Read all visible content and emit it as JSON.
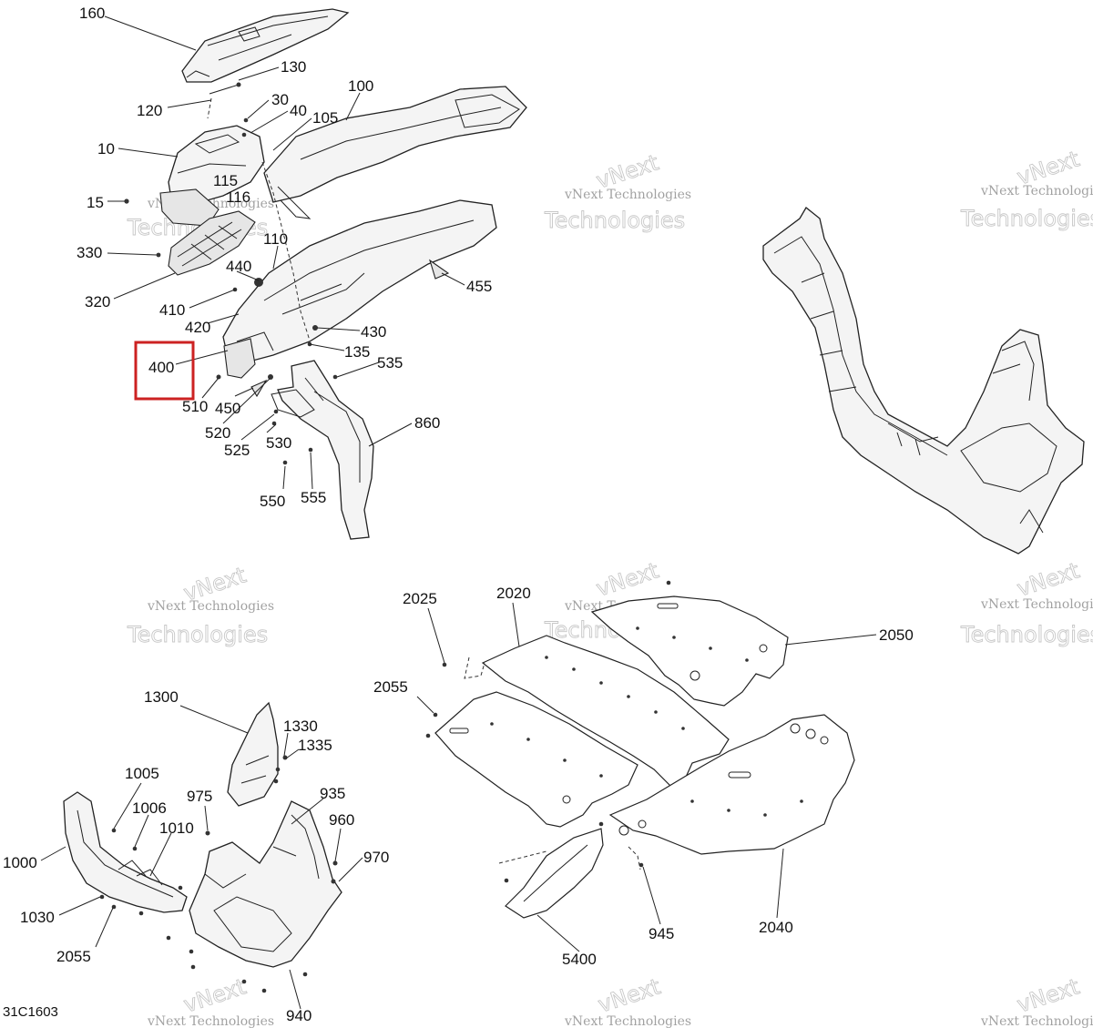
{
  "diagram_code": "31C1603",
  "highlight": {
    "label": "400",
    "color": "#cc2222"
  },
  "watermark": {
    "line1": "vNext Technologies",
    "line2": "vNext",
    "line3": "Technologies"
  },
  "labels": {
    "l160": "160",
    "l130": "130",
    "l120": "120",
    "l30": "30",
    "l40": "40",
    "l100": "100",
    "l105": "105",
    "l10": "10",
    "l115": "115",
    "l116": "116",
    "l15": "15",
    "l330": "330",
    "l320": "320",
    "l110": "110",
    "l440": "440",
    "l410": "410",
    "l420": "420",
    "l455": "455",
    "l430": "430",
    "l135": "135",
    "l535": "535",
    "l510": "510",
    "l450": "450",
    "l520": "520",
    "l525": "525",
    "l530": "530",
    "l860": "860",
    "l550": "550",
    "l555": "555",
    "l2025": "2025",
    "l2020": "2020",
    "l2050": "2050",
    "l2055a": "2055",
    "l1300": "1300",
    "l1330": "1330",
    "l1335": "1335",
    "l1005": "1005",
    "l1006": "1006",
    "l975": "975",
    "l935": "935",
    "l1010": "1010",
    "l960": "960",
    "l1000": "1000",
    "l970": "970",
    "l1030": "1030",
    "l2055b": "2055",
    "l940": "940",
    "l945": "945",
    "l2040": "2040",
    "l5400": "5400"
  }
}
